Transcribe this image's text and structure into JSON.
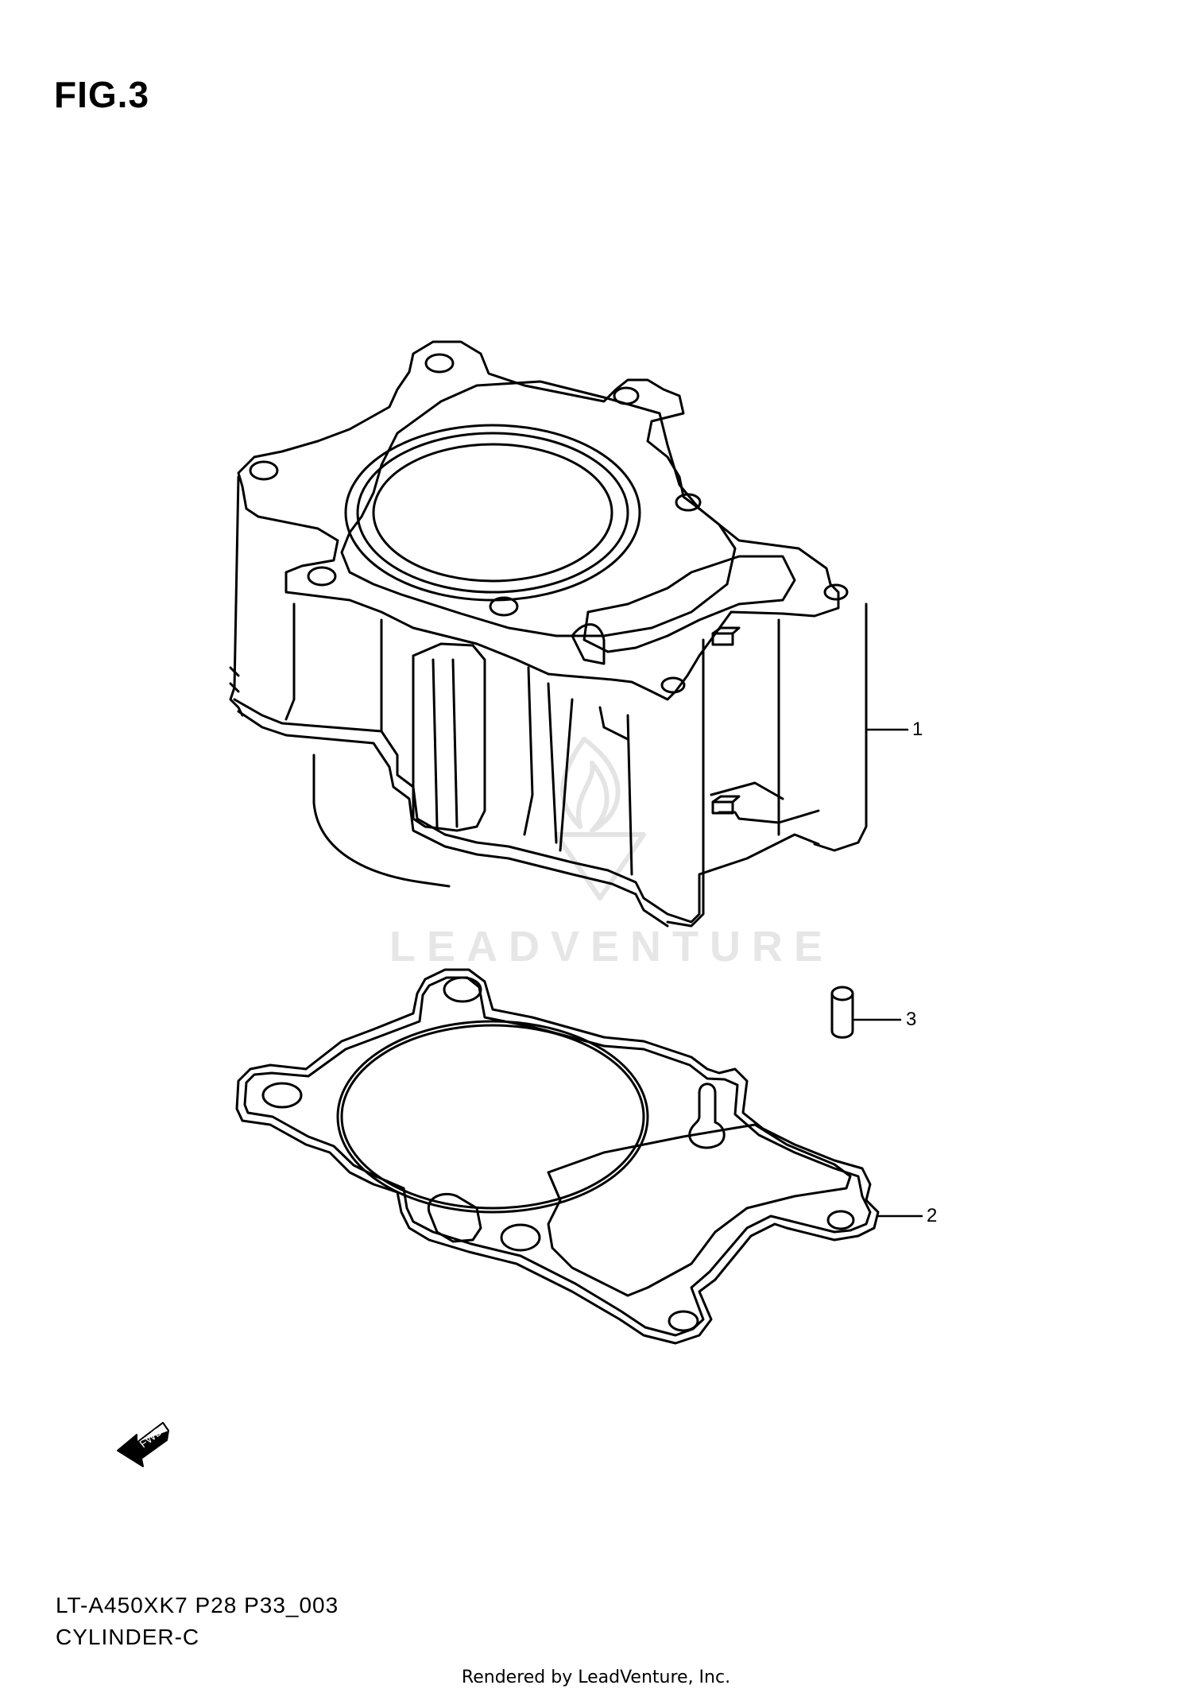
{
  "figure": {
    "title": "FIG.3"
  },
  "callouts": [
    {
      "number": "1",
      "part": "cylinder"
    },
    {
      "number": "2",
      "part": "cylinder-gasket"
    },
    {
      "number": "3",
      "part": "dowel-pin"
    }
  ],
  "fwd_label": "FWD",
  "watermark": "LEADVENTURE",
  "diagram_code": {
    "line1": "LT-A450XK7 P28 P33_003",
    "line2": "CYLINDER-C"
  },
  "footer": "Rendered by LeadVenture, Inc.",
  "colors": {
    "ink": "#000000",
    "watermark": "#e6e6e6"
  }
}
